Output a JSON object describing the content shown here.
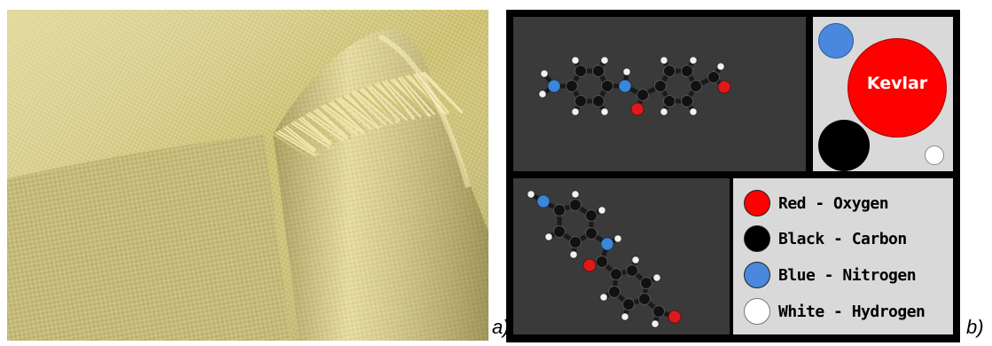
{
  "panel_labels": {
    "a": "a)",
    "b": "b)"
  },
  "key": {
    "title": "Kevlar"
  },
  "legend": [
    {
      "label": "Red - Oxygen",
      "color": "#ff0000"
    },
    {
      "label": "Black - Carbon",
      "color": "#000000"
    },
    {
      "label": "Blue - Nitrogen",
      "color": "#4a88dd"
    },
    {
      "label": "White - Hydrogen",
      "color": "#ffffff"
    }
  ],
  "atom_colors": {
    "oxygen": "#e01818",
    "carbon": "#111111",
    "nitrogen": "#3a86d8",
    "hydrogen": "#f2f2f2"
  },
  "fabric_colors": {
    "base": "#d6cc84",
    "light": "#ece3a6",
    "shadow": "#a99e58"
  }
}
